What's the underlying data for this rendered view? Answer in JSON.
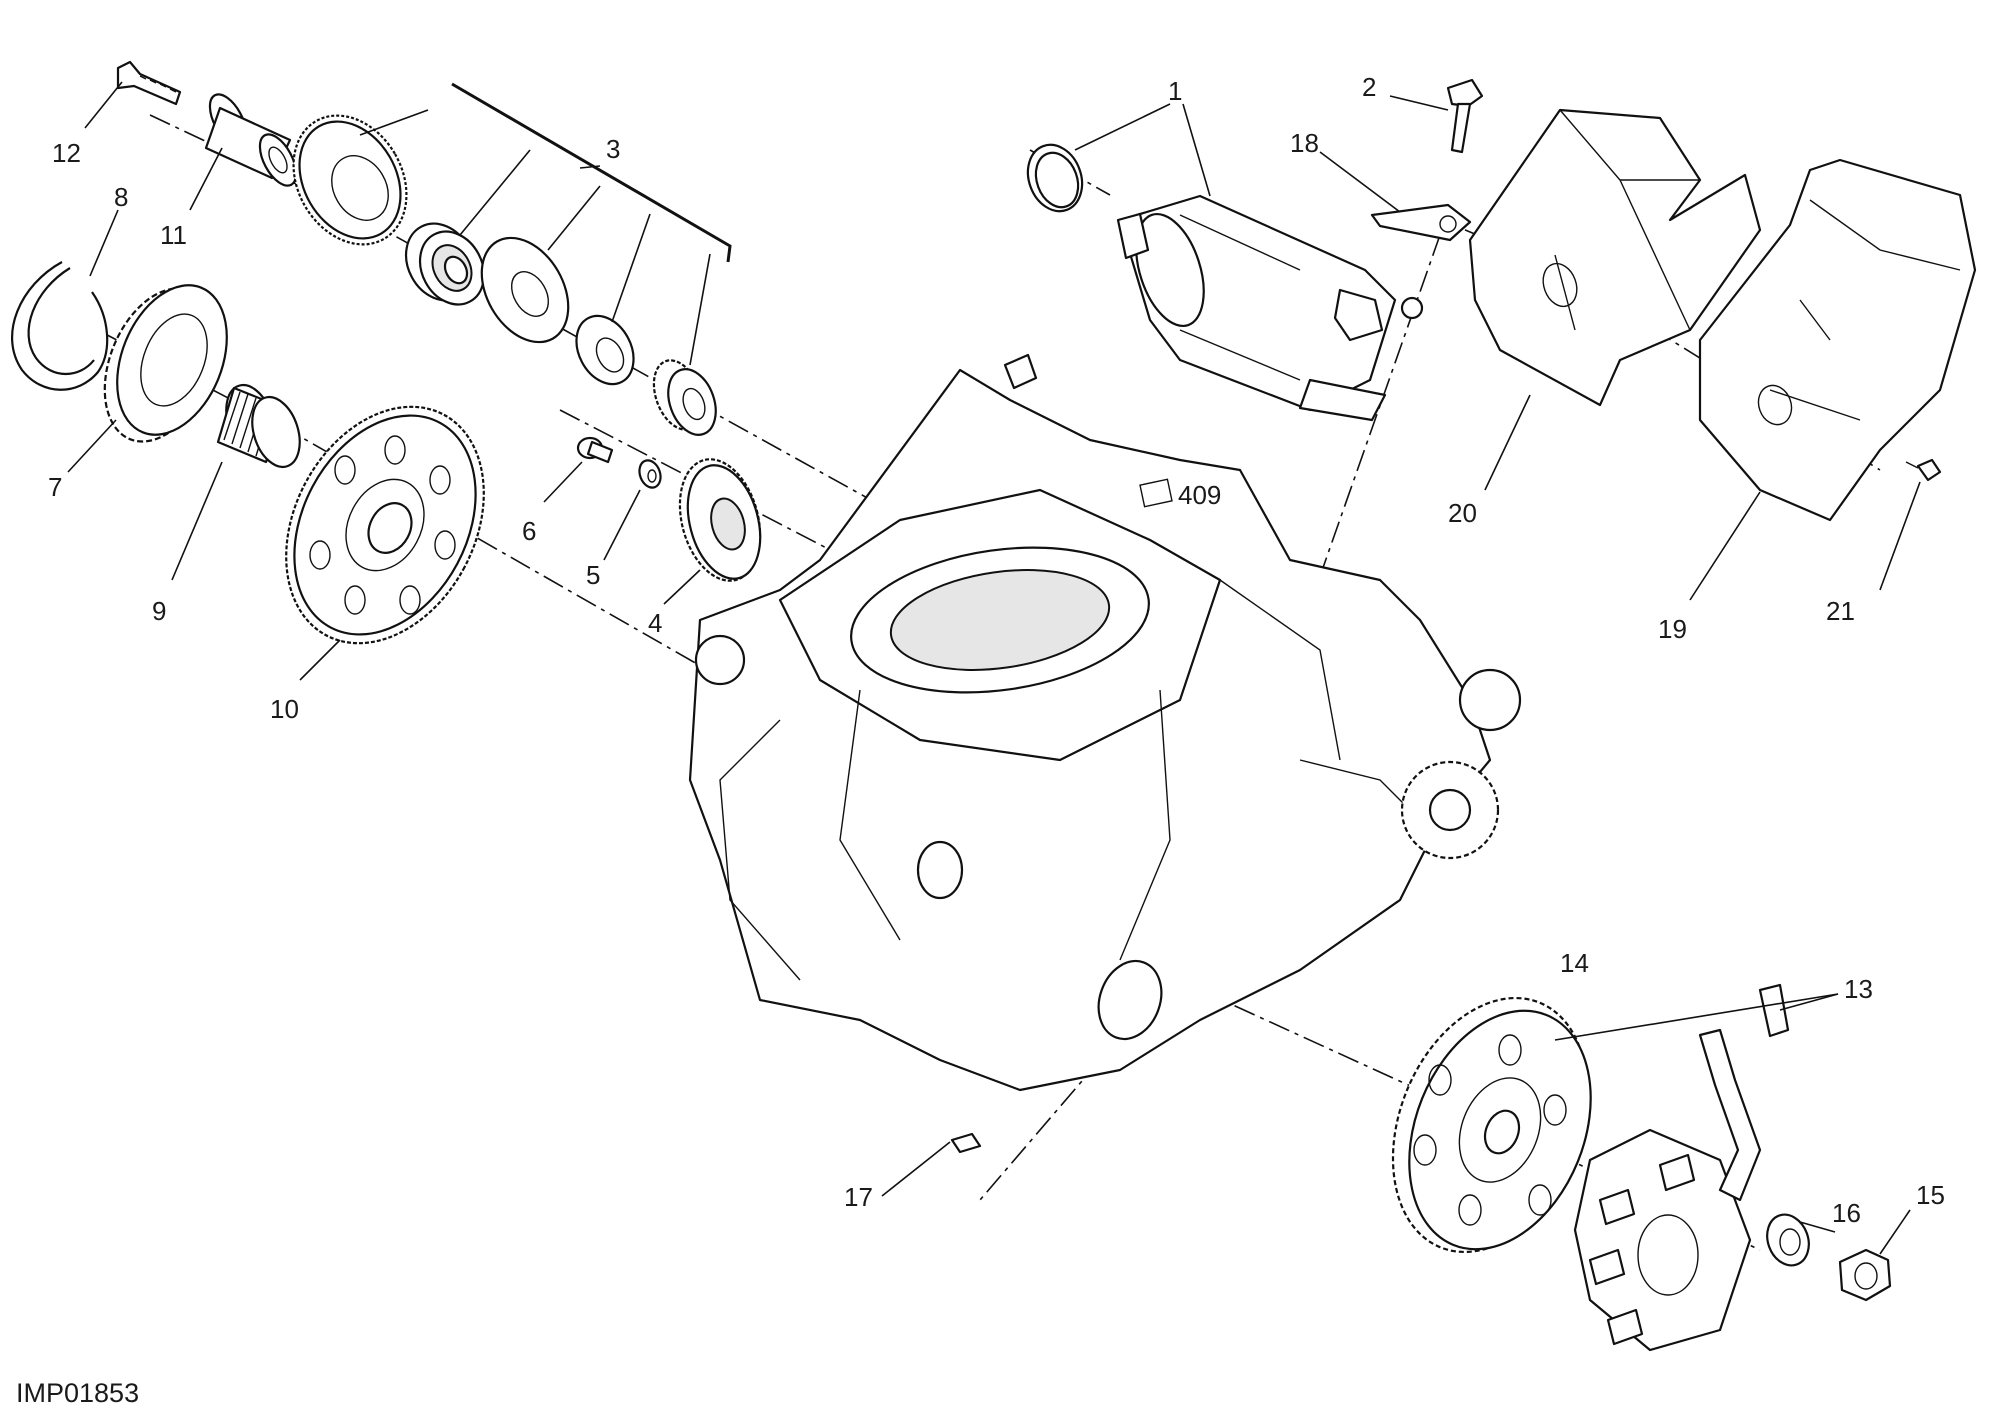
{
  "diagram": {
    "drawing_code": "IMP01853",
    "callouts": [
      {
        "id": "1",
        "label": "1"
      },
      {
        "id": "2",
        "label": "2"
      },
      {
        "id": "3",
        "label": "3"
      },
      {
        "id": "4",
        "label": "4"
      },
      {
        "id": "5",
        "label": "5"
      },
      {
        "id": "6",
        "label": "6"
      },
      {
        "id": "7",
        "label": "7"
      },
      {
        "id": "8",
        "label": "8"
      },
      {
        "id": "9",
        "label": "9"
      },
      {
        "id": "10",
        "label": "10"
      },
      {
        "id": "11",
        "label": "11"
      },
      {
        "id": "12",
        "label": "12"
      },
      {
        "id": "13",
        "label": "13"
      },
      {
        "id": "14",
        "label": "14"
      },
      {
        "id": "15",
        "label": "15"
      },
      {
        "id": "16",
        "label": "16"
      },
      {
        "id": "17",
        "label": "17"
      },
      {
        "id": "18",
        "label": "18"
      },
      {
        "id": "19",
        "label": "19"
      },
      {
        "id": "20",
        "label": "20"
      },
      {
        "id": "21",
        "label": "21"
      }
    ],
    "engine_case_marking": "409"
  }
}
